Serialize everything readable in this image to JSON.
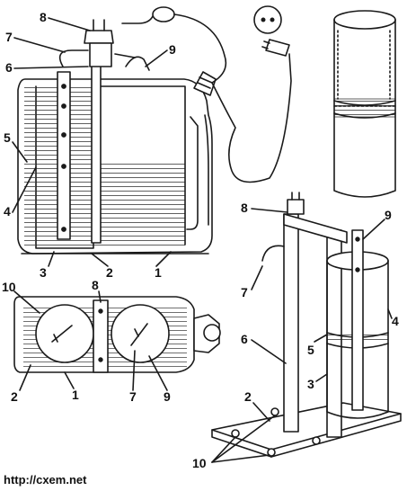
{
  "figure": {
    "source_url": "http://cxem.net",
    "labels": [
      {
        "id": "canister-8",
        "text": "8"
      },
      {
        "id": "canister-7",
        "text": "7"
      },
      {
        "id": "canister-6",
        "text": "6"
      },
      {
        "id": "canister-9",
        "text": "9"
      },
      {
        "id": "canister-5",
        "text": "5"
      },
      {
        "id": "canister-4",
        "text": "4"
      },
      {
        "id": "canister-3",
        "text": "3"
      },
      {
        "id": "canister-2",
        "text": "2"
      },
      {
        "id": "canister-1",
        "text": "1"
      },
      {
        "id": "top-10",
        "text": "10"
      },
      {
        "id": "top-8",
        "text": "8"
      },
      {
        "id": "top-2",
        "text": "2"
      },
      {
        "id": "top-1",
        "text": "1"
      },
      {
        "id": "top-7",
        "text": "7"
      },
      {
        "id": "top-9",
        "text": "9"
      },
      {
        "id": "stand-8",
        "text": "8"
      },
      {
        "id": "stand-9",
        "text": "9"
      },
      {
        "id": "stand-7",
        "text": "7"
      },
      {
        "id": "stand-4",
        "text": "4"
      },
      {
        "id": "stand-6",
        "text": "6"
      },
      {
        "id": "stand-5",
        "text": "5"
      },
      {
        "id": "stand-3",
        "text": "3"
      },
      {
        "id": "stand-2",
        "text": "2"
      },
      {
        "id": "stand-10",
        "text": "10"
      }
    ]
  }
}
